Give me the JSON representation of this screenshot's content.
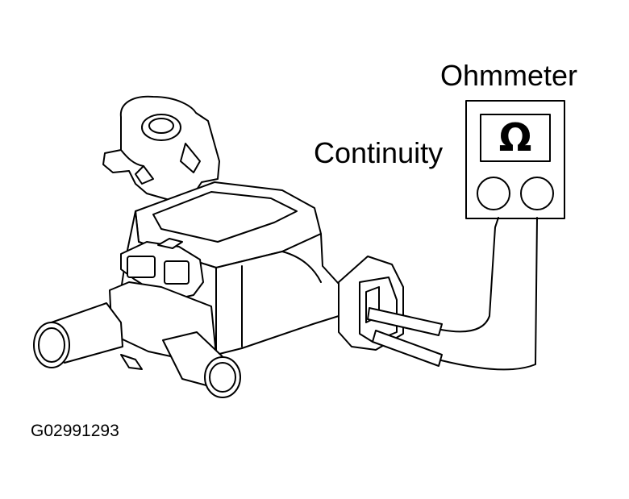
{
  "labels": {
    "meter": "Ohmmeter",
    "continuity": "Continuity",
    "omega": "Ω",
    "figure_code": "G02991293"
  },
  "colors": {
    "ink": "#000000",
    "paper": "#ffffff"
  }
}
